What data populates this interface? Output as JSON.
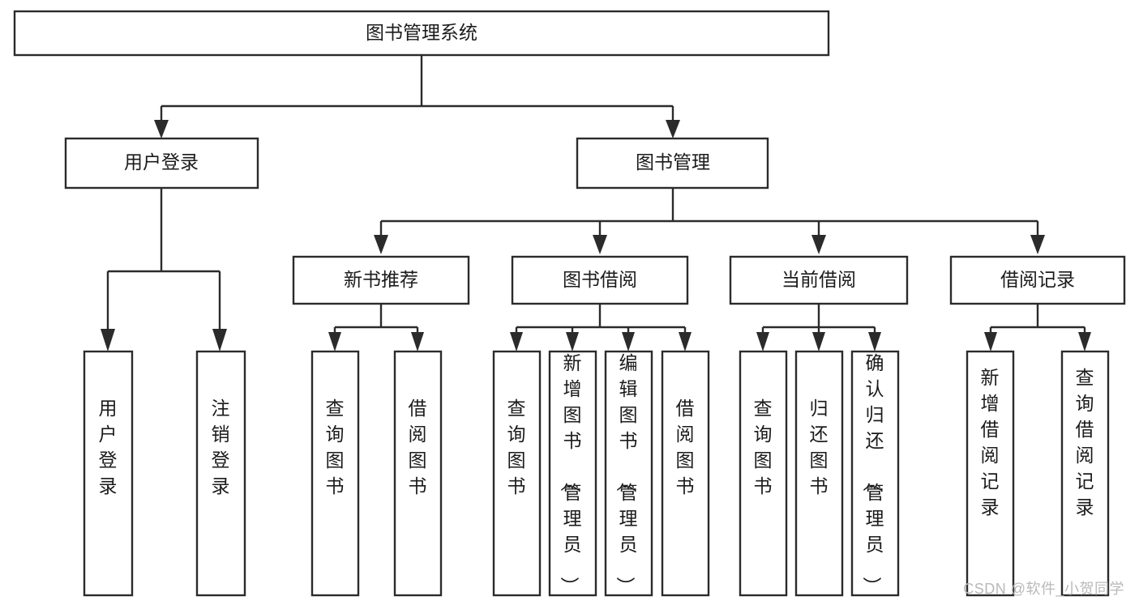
{
  "diagram": {
    "type": "tree-hierarchy",
    "title": "图书管理系统",
    "orientation": "top-down",
    "watermark": "CSDN @软件_小贺同学",
    "colors": {
      "stroke": "#2b2b2b",
      "fill": "#ffffff",
      "text": "#1b1b1b",
      "watermark": "#b9b9b9"
    },
    "levels": [
      {
        "level": 1,
        "nodes": [
          {
            "id": "root",
            "label": "图书管理系统"
          }
        ]
      },
      {
        "level": 2,
        "nodes": [
          {
            "id": "login",
            "label": "用户登录",
            "parent": "root"
          },
          {
            "id": "bookmgmt",
            "label": "图书管理",
            "parent": "root"
          }
        ]
      },
      {
        "level": 3,
        "nodes": [
          {
            "id": "newbook",
            "label": "新书推荐",
            "parent": "bookmgmt"
          },
          {
            "id": "borrow",
            "label": "图书借阅",
            "parent": "bookmgmt"
          },
          {
            "id": "current",
            "label": "当前借阅",
            "parent": "bookmgmt"
          },
          {
            "id": "records",
            "label": "借阅记录",
            "parent": "bookmgmt"
          }
        ]
      },
      {
        "level": 4,
        "nodes": [
          {
            "id": "leaf1",
            "label": "用户登录",
            "parent": "login"
          },
          {
            "id": "leaf2",
            "label": "注销登录",
            "parent": "login"
          },
          {
            "id": "leaf3",
            "label": "查询图书",
            "parent": "newbook"
          },
          {
            "id": "leaf4",
            "label": "借阅图书",
            "parent": "newbook"
          },
          {
            "id": "leaf5",
            "label": "查询图书",
            "parent": "borrow"
          },
          {
            "id": "leaf6",
            "label": "新增图书（管理员）",
            "parent": "borrow"
          },
          {
            "id": "leaf7",
            "label": "编辑图书（管理员）",
            "parent": "borrow"
          },
          {
            "id": "leaf8",
            "label": "借阅图书",
            "parent": "borrow"
          },
          {
            "id": "leaf9",
            "label": "查询图书",
            "parent": "current"
          },
          {
            "id": "leaf10",
            "label": "归还图书",
            "parent": "current"
          },
          {
            "id": "leaf11",
            "label": "确认归还（管理员）",
            "parent": "current"
          },
          {
            "id": "leaf12",
            "label": "新增借阅记录",
            "parent": "records"
          },
          {
            "id": "leaf13",
            "label": "查询借阅记录",
            "parent": "records"
          }
        ]
      }
    ]
  }
}
